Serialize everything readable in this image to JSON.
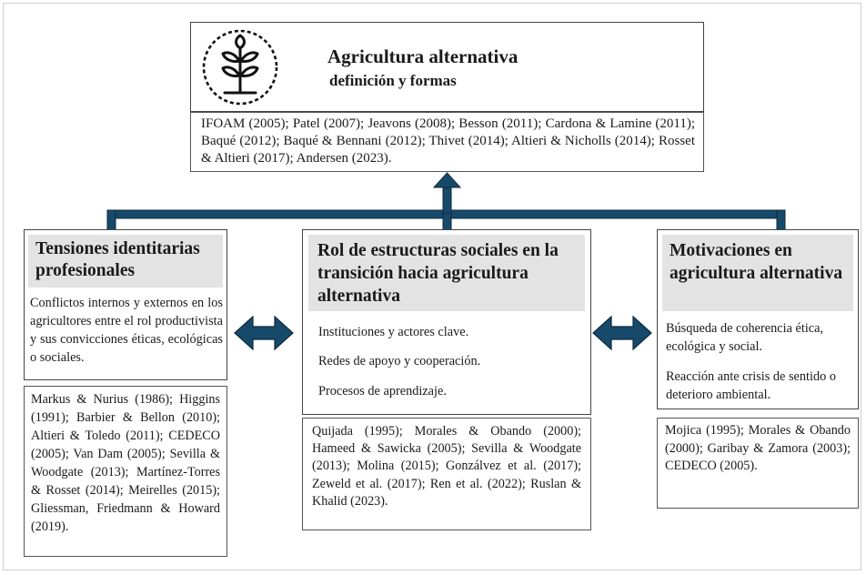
{
  "top": {
    "title": "Agricultura alternativa",
    "subtitle": "definición y formas",
    "refs": "IFOAM (2005); Patel (2007); Jeavons (2008); Besson (2011); Cardona & Lamine (2011); Baqué (2012); Baqué & Bennani (2012); Thivet (2014); Altieri & Nicholls (2014); Rosset & Altieri (2017); Andersen (2023).",
    "icon": "plant-sprout-icon"
  },
  "left": {
    "title": "Tensiones identitarias profesionales",
    "body": "Conflictos internos y externos en los agricultores entre el rol productivista y sus convicciones éticas, ecológicas o sociales.",
    "refs": "Markus & Nurius (1986); Higgins (1991); Barbier & Bellon (2010); Altieri & Toledo (2011); CEDECO (2005); Van Dam (2005); Sevilla & Woodgate (2013); Martínez-Torres & Rosset (2014); Meirelles (2015); Gliessman, Friedmann & Howard (2019)."
  },
  "center": {
    "title": "Rol de estructuras sociales en la transición hacia agricultura alternativa",
    "items": [
      "Instituciones y actores clave.",
      "Redes de apoyo y cooperación.",
      "Procesos de aprendizaje."
    ],
    "refs": "Quijada (1995); Morales & Obando (2000); Hameed & Sawicka (2005); Sevilla & Woodgate (2013); Molina (2015); Gonzálvez et al. (2017); Zeweld et al. (2017); Ren et al. (2022); Ruslan & Khalid (2023)."
  },
  "right": {
    "title": "Motivaciones en agricultura alternativa",
    "items": [
      "Búsqueda de coherencia ética, ecológica y social.",
      "Reacción ante crisis de sentido o deterioro ambiental."
    ],
    "refs": "Mojica (1995); Morales & Obando (2000); Garibay & Zamora (2003); CEDECO (2005)."
  },
  "colors": {
    "connector": "#17496a",
    "connector_outline": "#0c2a3e",
    "header_fill": "#e3e3e3",
    "border": "#444444"
  }
}
